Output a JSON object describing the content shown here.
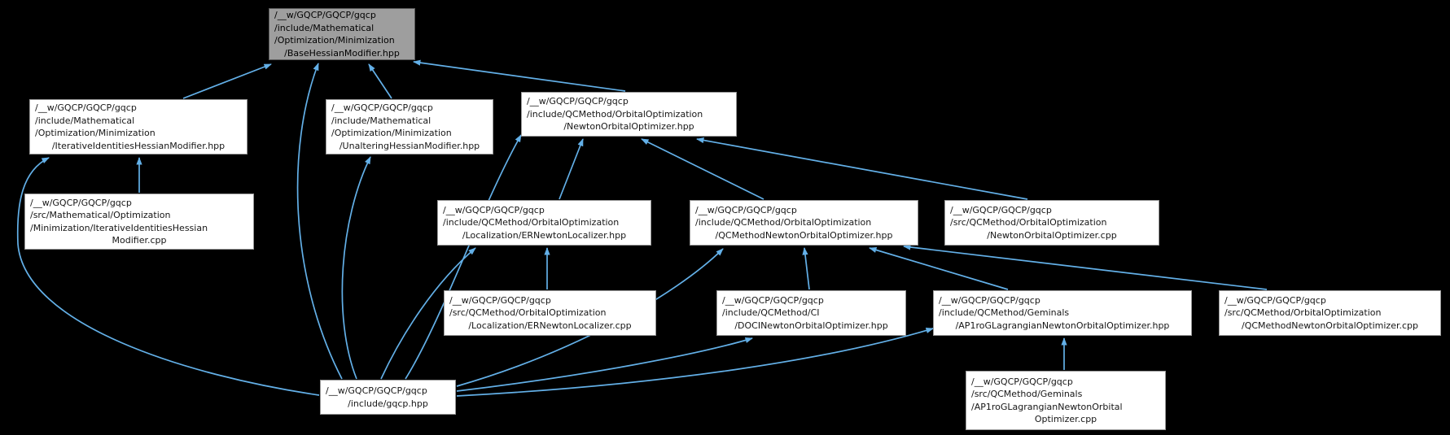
{
  "diagram": {
    "colors": {
      "background": "#000000",
      "node_fill": "#ffffff",
      "node_border": "#999999",
      "root_fill": "#9e9e9e",
      "root_border": "#5a5a5a",
      "edge": "#63b0e8",
      "text": "#161616"
    },
    "nodes": [
      {
        "id": "base-hessian-modifier-hpp",
        "root": true,
        "lines": [
          "/__w/GQCP/GQCP/gqcp",
          "/include/Mathematical",
          "/Optimization/Minimization",
          "/BaseHessianModifier.hpp"
        ]
      },
      {
        "id": "iterative-identities-hessian-modifier-hpp",
        "lines": [
          "/__w/GQCP/GQCP/gqcp",
          "/include/Mathematical",
          "/Optimization/Minimization",
          "/IterativeIdentitiesHessianModifier.hpp"
        ]
      },
      {
        "id": "iterative-identities-hessian-modifier-cpp",
        "lines": [
          "/__w/GQCP/GQCP/gqcp",
          "/src/Mathematical/Optimization",
          "/Minimization/IterativeIdentitiesHessian",
          "Modifier.cpp"
        ]
      },
      {
        "id": "unaltering-hessian-modifier-hpp",
        "lines": [
          "/__w/GQCP/GQCP/gqcp",
          "/include/Mathematical",
          "/Optimization/Minimization",
          "/UnalteringHessianModifier.hpp"
        ]
      },
      {
        "id": "newton-orbital-optimizer-hpp",
        "lines": [
          "/__w/GQCP/GQCP/gqcp",
          "/include/QCMethod/OrbitalOptimization",
          "/NewtonOrbitalOptimizer.hpp"
        ]
      },
      {
        "id": "er-newton-localizer-hpp",
        "lines": [
          "/__w/GQCP/GQCP/gqcp",
          "/include/QCMethod/OrbitalOptimization",
          "/Localization/ERNewtonLocalizer.hpp"
        ]
      },
      {
        "id": "qcmethod-newton-orbital-optimizer-hpp",
        "lines": [
          "/__w/GQCP/GQCP/gqcp",
          "/include/QCMethod/OrbitalOptimization",
          "/QCMethodNewtonOrbitalOptimizer.hpp"
        ]
      },
      {
        "id": "newton-orbital-optimizer-cpp",
        "lines": [
          "/__w/GQCP/GQCP/gqcp",
          "/src/QCMethod/OrbitalOptimization",
          "/NewtonOrbitalOptimizer.cpp"
        ]
      },
      {
        "id": "er-newton-localizer-cpp",
        "lines": [
          "/__w/GQCP/GQCP/gqcp",
          "/src/QCMethod/OrbitalOptimization",
          "/Localization/ERNewtonLocalizer.cpp"
        ]
      },
      {
        "id": "doci-newton-orbital-optimizer-hpp",
        "lines": [
          "/__w/GQCP/GQCP/gqcp",
          "/include/QCMethod/CI",
          "/DOCINewtonOrbitalOptimizer.hpp"
        ]
      },
      {
        "id": "ap1rog-lagrangian-newton-orbital-optimizer-hpp",
        "lines": [
          "/__w/GQCP/GQCP/gqcp",
          "/include/QCMethod/Geminals",
          "/AP1roGLagrangianNewtonOrbitalOptimizer.hpp"
        ]
      },
      {
        "id": "qcmethod-newton-orbital-optimizer-cpp",
        "lines": [
          "/__w/GQCP/GQCP/gqcp",
          "/src/QCMethod/OrbitalOptimization",
          "/QCMethodNewtonOrbitalOptimizer.cpp"
        ]
      },
      {
        "id": "gqcp-hpp",
        "lines": [
          "/__w/GQCP/GQCP/gqcp",
          "/include/gqcp.hpp"
        ]
      },
      {
        "id": "ap1rog-lagrangian-newton-orbital-optimizer-cpp",
        "lines": [
          "/__w/GQCP/GQCP/gqcp",
          "/src/QCMethod/Geminals",
          "/AP1roGLagrangianNewtonOrbital",
          "Optimizer.cpp"
        ]
      }
    ],
    "edges": [
      {
        "from": "iterative-identities-hessian-modifier-hpp",
        "to": "base-hessian-modifier-hpp"
      },
      {
        "from": "unaltering-hessian-modifier-hpp",
        "to": "base-hessian-modifier-hpp"
      },
      {
        "from": "newton-orbital-optimizer-hpp",
        "to": "base-hessian-modifier-hpp"
      },
      {
        "from": "gqcp-hpp",
        "to": "base-hessian-modifier-hpp"
      },
      {
        "from": "iterative-identities-hessian-modifier-cpp",
        "to": "iterative-identities-hessian-modifier-hpp"
      },
      {
        "from": "gqcp-hpp",
        "to": "iterative-identities-hessian-modifier-hpp"
      },
      {
        "from": "gqcp-hpp",
        "to": "unaltering-hessian-modifier-hpp"
      },
      {
        "from": "er-newton-localizer-hpp",
        "to": "newton-orbital-optimizer-hpp"
      },
      {
        "from": "qcmethod-newton-orbital-optimizer-hpp",
        "to": "newton-orbital-optimizer-hpp"
      },
      {
        "from": "newton-orbital-optimizer-cpp",
        "to": "newton-orbital-optimizer-hpp"
      },
      {
        "from": "gqcp-hpp",
        "to": "newton-orbital-optimizer-hpp"
      },
      {
        "from": "er-newton-localizer-cpp",
        "to": "er-newton-localizer-hpp"
      },
      {
        "from": "gqcp-hpp",
        "to": "er-newton-localizer-hpp"
      },
      {
        "from": "doci-newton-orbital-optimizer-hpp",
        "to": "qcmethod-newton-orbital-optimizer-hpp"
      },
      {
        "from": "ap1rog-lagrangian-newton-orbital-optimizer-hpp",
        "to": "qcmethod-newton-orbital-optimizer-hpp"
      },
      {
        "from": "qcmethod-newton-orbital-optimizer-cpp",
        "to": "qcmethod-newton-orbital-optimizer-hpp"
      },
      {
        "from": "gqcp-hpp",
        "to": "qcmethod-newton-orbital-optimizer-hpp"
      },
      {
        "from": "gqcp-hpp",
        "to": "doci-newton-orbital-optimizer-hpp"
      },
      {
        "from": "gqcp-hpp",
        "to": "ap1rog-lagrangian-newton-orbital-optimizer-hpp"
      },
      {
        "from": "ap1rog-lagrangian-newton-orbital-optimizer-cpp",
        "to": "ap1rog-lagrangian-newton-orbital-optimizer-hpp"
      }
    ]
  }
}
